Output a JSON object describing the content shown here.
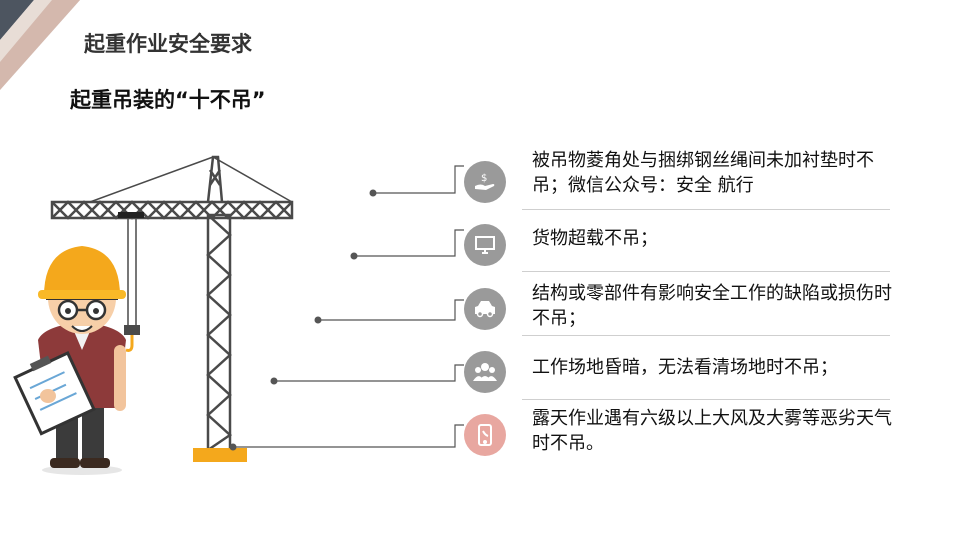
{
  "slide": {
    "title": "起重作业安全要求",
    "subtitle": "起重吊装的“十不吊”"
  },
  "colors": {
    "icon_gray": "#9a9a9a",
    "icon_pink": "#e8a7a0",
    "crane_dark": "#4a4a4a",
    "helmet": "#f4a81c"
  },
  "items": [
    {
      "icon": "money-hand-icon",
      "text": "被吊物菱角处与捆绑钢丝绳间未加衬垫时不吊；微信公众号：安全 航行"
    },
    {
      "icon": "monitor-icon",
      "text": "货物超载不吊；"
    },
    {
      "icon": "car-icon",
      "text": "结构或零部件有影响安全工作的缺陷或损伤时不吊；"
    },
    {
      "icon": "people-icon",
      "text": "工作场地昏暗，无法看清场地时不吊；"
    },
    {
      "icon": "phone-icon",
      "text": "露天作业遇有六级以上大风及大雾等恶劣天气时不吊。"
    }
  ]
}
